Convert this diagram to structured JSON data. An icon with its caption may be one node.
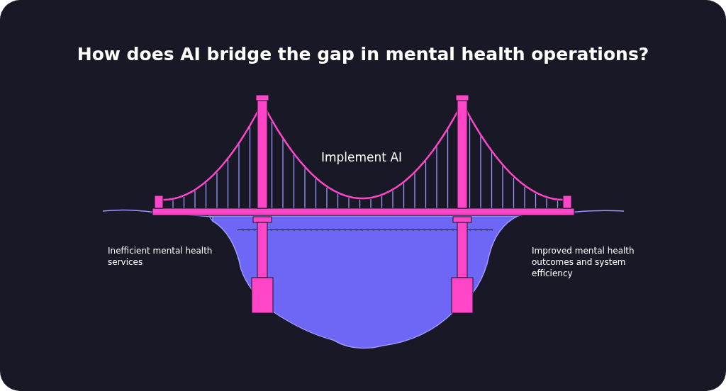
{
  "diagram": {
    "title": "How does AI bridge the gap in mental health operations?",
    "labels": [
      "Implement AI",
      "Inefficient mental health services",
      "Improved mental health outcomes and system efficiency"
    ]
  }
}
